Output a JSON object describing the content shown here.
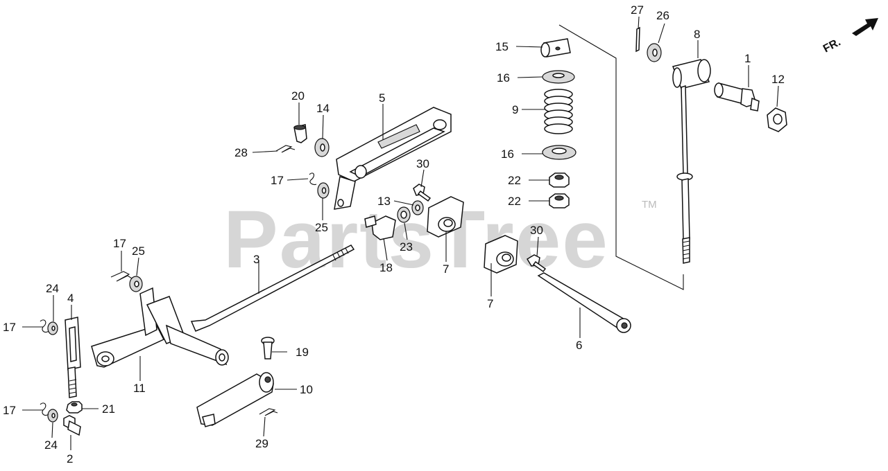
{
  "watermark": {
    "text": "PartsTree",
    "tm": "TM"
  },
  "direction": {
    "label": "FR."
  },
  "callouts": [
    {
      "id": "c1",
      "num": "1"
    },
    {
      "id": "c2",
      "num": "2"
    },
    {
      "id": "c3",
      "num": "3"
    },
    {
      "id": "c4",
      "num": "4"
    },
    {
      "id": "c5",
      "num": "5"
    },
    {
      "id": "c6",
      "num": "6"
    },
    {
      "id": "c7a",
      "num": "7"
    },
    {
      "id": "c7b",
      "num": "7"
    },
    {
      "id": "c8",
      "num": "8"
    },
    {
      "id": "c9",
      "num": "9"
    },
    {
      "id": "c10",
      "num": "10"
    },
    {
      "id": "c11",
      "num": "11"
    },
    {
      "id": "c12",
      "num": "12"
    },
    {
      "id": "c13",
      "num": "13"
    },
    {
      "id": "c14",
      "num": "14"
    },
    {
      "id": "c15",
      "num": "15"
    },
    {
      "id": "c16a",
      "num": "16"
    },
    {
      "id": "c16b",
      "num": "16"
    },
    {
      "id": "c17a",
      "num": "17"
    },
    {
      "id": "c17b",
      "num": "17"
    },
    {
      "id": "c17c",
      "num": "17"
    },
    {
      "id": "c17d",
      "num": "17"
    },
    {
      "id": "c18",
      "num": "18"
    },
    {
      "id": "c19",
      "num": "19"
    },
    {
      "id": "c20",
      "num": "20"
    },
    {
      "id": "c21",
      "num": "21"
    },
    {
      "id": "c22a",
      "num": "22"
    },
    {
      "id": "c22b",
      "num": "22"
    },
    {
      "id": "c23",
      "num": "23"
    },
    {
      "id": "c24a",
      "num": "24"
    },
    {
      "id": "c24b",
      "num": "24"
    },
    {
      "id": "c25a",
      "num": "25"
    },
    {
      "id": "c25b",
      "num": "25"
    },
    {
      "id": "c26",
      "num": "26"
    },
    {
      "id": "c27",
      "num": "27"
    },
    {
      "id": "c28",
      "num": "28"
    },
    {
      "id": "c29",
      "num": "29"
    },
    {
      "id": "c30a",
      "num": "30"
    },
    {
      "id": "c30b",
      "num": "30"
    }
  ]
}
